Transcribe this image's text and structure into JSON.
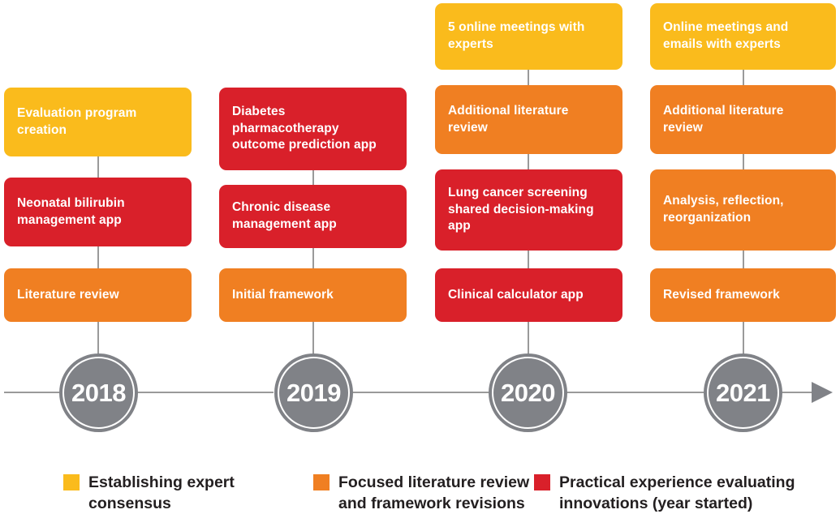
{
  "figure": {
    "type": "timeline",
    "title": "",
    "colors": {
      "yellow": "#FABB1C",
      "orange": "#F07F22",
      "red": "#D9202A",
      "gray": "#808287",
      "connector": "#9a9a9a",
      "text_dark": "#231f20",
      "box_text": "#ffffff"
    }
  },
  "timeline": {
    "years": [
      {
        "label": "2018"
      },
      {
        "label": "2019"
      },
      {
        "label": "2020"
      },
      {
        "label": "2021"
      }
    ],
    "arrow_direction": "right"
  },
  "columns": [
    {
      "year": "2018",
      "events": [
        {
          "text": "Evaluation program creation",
          "category": "yellow"
        },
        {
          "text": "Neonatal bilirubin management app",
          "category": "red"
        },
        {
          "text": "Literature review",
          "category": "orange"
        }
      ]
    },
    {
      "year": "2019",
      "events": [
        {
          "text": "Diabetes pharmacotherapy outcome prediction app",
          "category": "red"
        },
        {
          "text": "Chronic disease management app",
          "category": "red"
        },
        {
          "text": "Initial framework",
          "category": "orange"
        }
      ]
    },
    {
      "year": "2020",
      "events": [
        {
          "text": "5 online meetings with experts",
          "category": "yellow"
        },
        {
          "text": "Additional literature review",
          "category": "orange"
        },
        {
          "text": "Lung cancer screening shared decision-making app",
          "category": "red"
        },
        {
          "text": "Clinical calculator app",
          "category": "red"
        }
      ]
    },
    {
      "year": "2021",
      "events": [
        {
          "text": "Online meetings and emails with experts",
          "category": "yellow"
        },
        {
          "text": "Additional literature review",
          "category": "orange"
        },
        {
          "text": "Analysis, reflection, reorganization",
          "category": "orange"
        },
        {
          "text": "Revised framework",
          "category": "orange"
        }
      ]
    }
  ],
  "legend": {
    "items": [
      {
        "color": "#FABB1C",
        "label": "Establishing expert consensus"
      },
      {
        "color": "#F07F22",
        "label": "Focused literature review and framework revisions"
      },
      {
        "color": "#D9202A",
        "label": "Practical experience evaluating innovations (year started)"
      }
    ]
  }
}
